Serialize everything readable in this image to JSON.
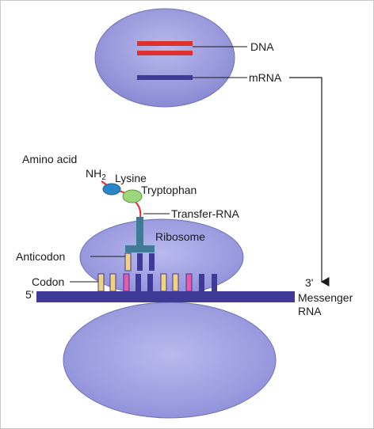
{
  "labels": {
    "dna": "DNA",
    "mrna": "mRNA",
    "amino_acid": "Amino acid",
    "nh2_main": "NH",
    "nh2_sub": "2",
    "lysine": "Lysine",
    "tryptophan": "Tryptophan",
    "transfer_rna": "Transfer-RNA",
    "ribosome": "Ribosome",
    "anticodon": "Anticodon",
    "codon": "Codon",
    "five_prime": "5'",
    "three_prime": "3'",
    "messenger_line1": "Messenger",
    "messenger_line2": "RNA"
  },
  "colors": {
    "nucleus_fill": "#8f8fd8",
    "ribosome_fill": "#9898dc",
    "dna_strand": "#e0302a",
    "mrna_strand": "#3f3a98",
    "messenger_rna": "#3f3a98",
    "trna_stem": "#3f7a96",
    "lysine": "#2b86c8",
    "tryptophan": "#9bd67a",
    "peptide_bond": "#e0302a",
    "codon_yellow": "#f2d27a",
    "codon_pink": "#e85aa8",
    "codon_navy": "#3f3a98"
  },
  "icons": {
    "arrow": "arrow-down-icon"
  }
}
